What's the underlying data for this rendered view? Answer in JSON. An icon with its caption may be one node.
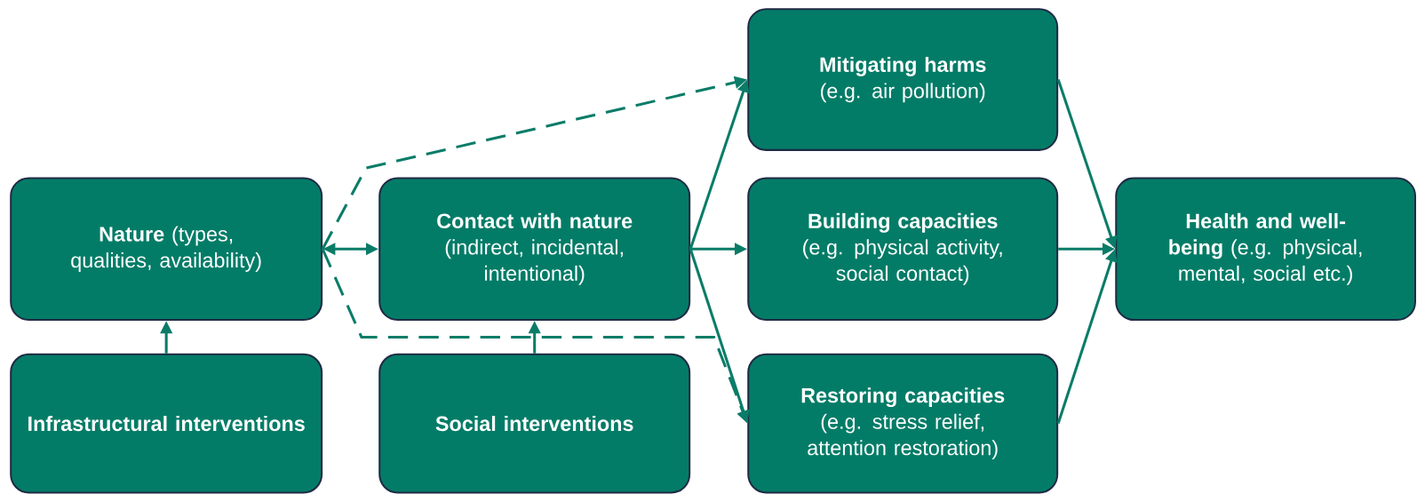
{
  "diagram": {
    "nodes": [
      {
        "text": [
          "Mitigating harms",
          "(e.g. air pollution)"
        ]
      },
      {
        "text": [
          "**Nature** (types, qualities, availability)"
        ]
      },
      {
        "text": [
          "Contact with nature",
          "(indirect, incidental, intentional)"
        ]
      },
      {
        "text": [
          "Building capacities",
          "(e.g. physical activity, social contact)"
        ]
      },
      {
        "text": [
          "**Health and well-being** (e.g. physical, mental, social etc.)"
        ]
      },
      {
        "text": [
          "Infrastructural interventions"
        ]
      },
      {
        "text": [
          "Social interventions"
        ]
      },
      {
        "text": [
          "Restoring capacities",
          "(e.g. stress relief, attention restoration)"
        ]
      }
    ],
    "edges": [
      {
        "from": 5,
        "to": 1,
        "arrow": "to"
      },
      {
        "from": 1,
        "to": 2,
        "arrow": "both"
      },
      {
        "from": 6,
        "to": 2,
        "arrow": "to"
      },
      {
        "from": 1,
        "to": 0,
        "arrow": "to",
        "style": "dashed"
      },
      {
        "from": 1,
        "to": 7,
        "arrow": "to",
        "style": "dashed"
      },
      {
        "from": 2,
        "to": 0,
        "arrow": "to"
      },
      {
        "from": 2,
        "to": 3,
        "arrow": "to"
      },
      {
        "from": 2,
        "to": 7,
        "arrow": "to"
      },
      {
        "from": 0,
        "to": 4,
        "arrow": "to"
      },
      {
        "from": 3,
        "to": 4,
        "arrow": "to"
      },
      {
        "from": 7,
        "to": 4,
        "arrow": "to"
      }
    ]
  }
}
